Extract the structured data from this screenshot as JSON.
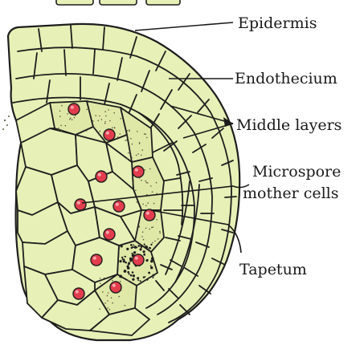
{
  "labels": {
    "epidermis": "Epidermis",
    "endothecium": "Endothecium",
    "middle_layers": "Middle layers",
    "microspore_line1": "Microspore",
    "microspore_line2": "mother cells",
    "tapetum": "Tapetum"
  },
  "colors": {
    "cell_fill": "#e7f0b6",
    "cell_outline": "#1e1e1e",
    "nucleus": "#e23d4d",
    "label_text": "#1a1a1a"
  }
}
